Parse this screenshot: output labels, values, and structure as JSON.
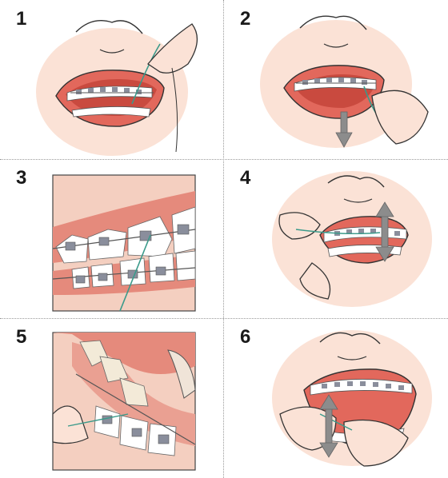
{
  "steps": [
    {
      "number": "1"
    },
    {
      "number": "2"
    },
    {
      "number": "3"
    },
    {
      "number": "4"
    },
    {
      "number": "5"
    },
    {
      "number": "6"
    }
  ],
  "colors": {
    "skin": "#f7d3c2",
    "lip": "#e89a85",
    "gum": "#e2685c",
    "mouth": "#c94a3f",
    "tooth": "#ffffff",
    "bracket": "#8a8e9c",
    "arrow": "#8c8c8c",
    "floss": "#3a9a8a",
    "line": "#333333"
  }
}
